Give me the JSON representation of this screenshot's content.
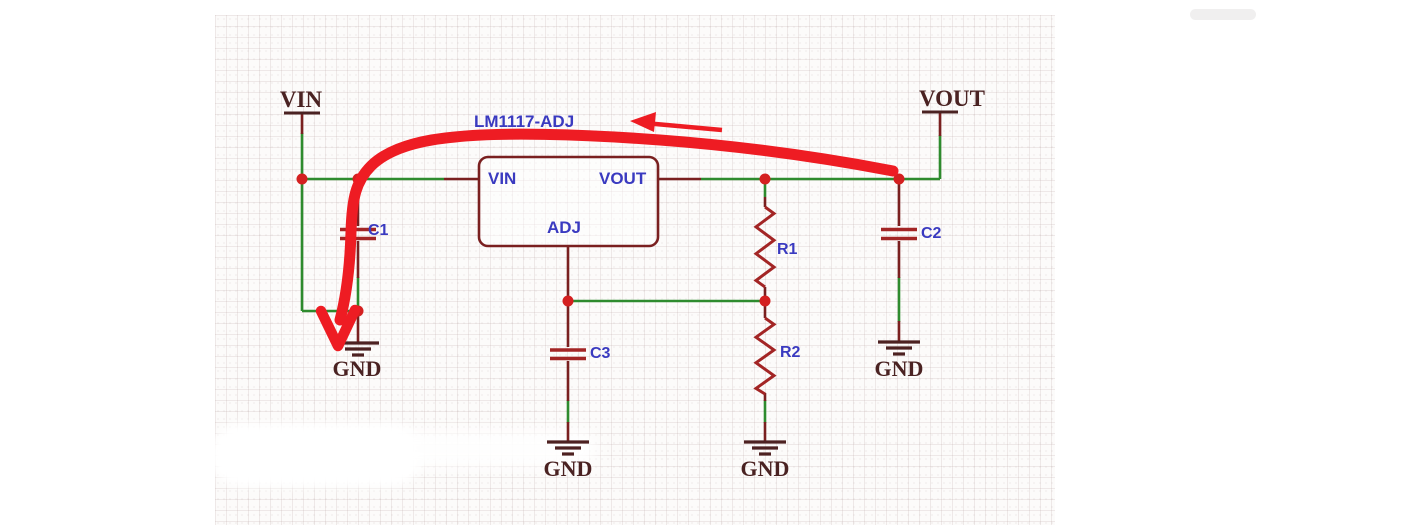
{
  "window": {
    "background": "#ffffff",
    "canvas_background": "#fcfbfa",
    "grid_line_color": "#e8e1e1"
  },
  "colors": {
    "wire_green": "#2e8b2e",
    "lead_maroon": "#7a2020",
    "component_red": "#a32525",
    "junction_red": "#d42020",
    "designator_blue": "#3a3ac0",
    "port_text": "#4a2222",
    "ground_symbol": "#4d2121",
    "annotation_red": "#ee1c23"
  },
  "schematic": {
    "regulator": {
      "name": "LM1117-ADJ",
      "pin_left": "VIN",
      "pin_right": "VOUT",
      "pin_bottom": "ADJ"
    },
    "ports": {
      "input": "VIN",
      "output": "VOUT",
      "ground": "GND"
    },
    "designators": {
      "c1": "C1",
      "c2": "C2",
      "c3": "C3",
      "r1": "R1",
      "r2": "R2"
    }
  }
}
